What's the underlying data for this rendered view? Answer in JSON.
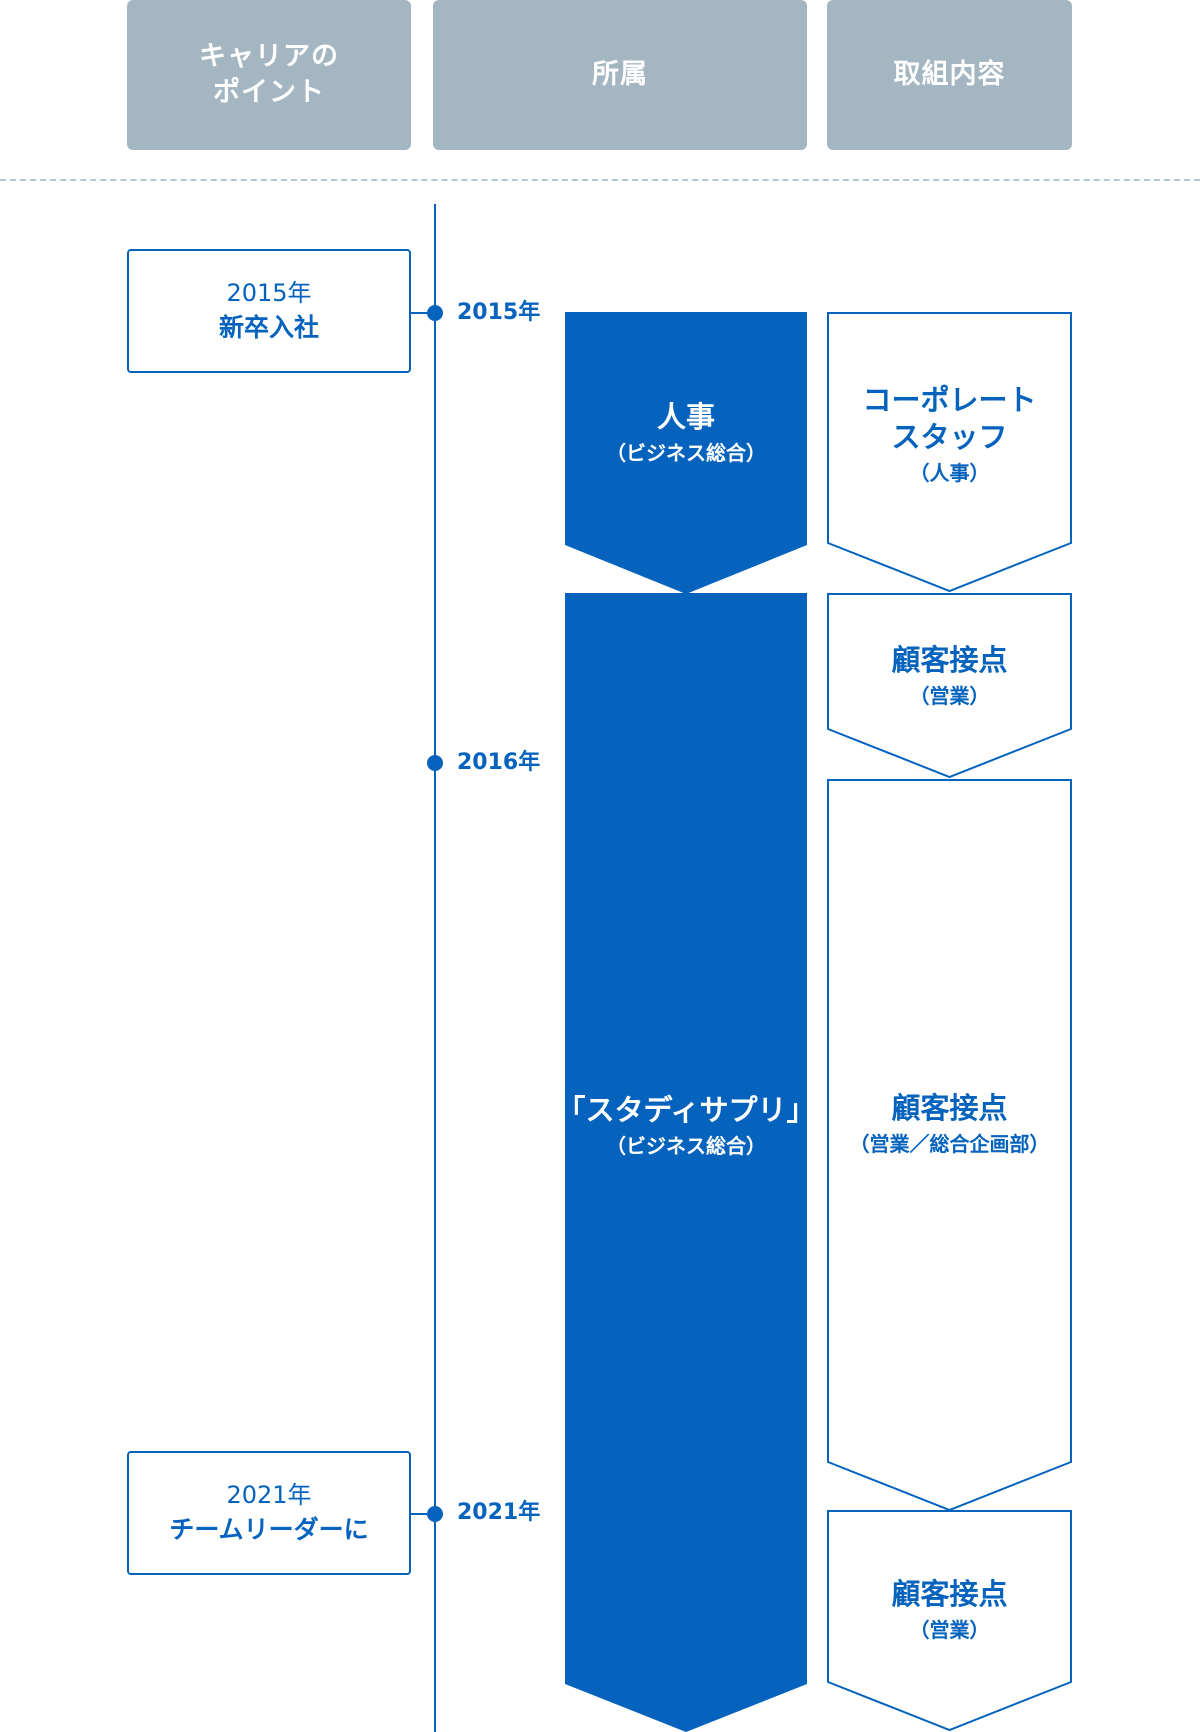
{
  "header": {
    "career_point": [
      "キャリアの",
      "ポイント"
    ],
    "affiliation": "所属",
    "work_content": "取組内容"
  },
  "timeline": {
    "years": [
      "2015年",
      "2016年",
      "2021年"
    ]
  },
  "career_points": [
    {
      "year": "2015年",
      "text": "新卒入社"
    },
    {
      "year": "2021年",
      "text": "チームリーダーに"
    }
  ],
  "affiliations": [
    {
      "name": "人事",
      "sub": "（ビジネス総合）"
    },
    {
      "name": "「スタディサプリ」",
      "sub": "（ビジネス総合）"
    }
  ],
  "work": [
    {
      "lines": [
        "コーポレート",
        "スタッフ"
      ],
      "sub": "（人事）"
    },
    {
      "name": "顧客接点",
      "sub": "（営業）"
    },
    {
      "name": "顧客接点",
      "sub": "（営業／総合企画部）"
    },
    {
      "name": "顧客接点",
      "sub": "（営業）"
    }
  ],
  "colors": {
    "accent": "#0563be",
    "header_bg": "#a3b6c2",
    "divider": "#b6c6d0"
  }
}
